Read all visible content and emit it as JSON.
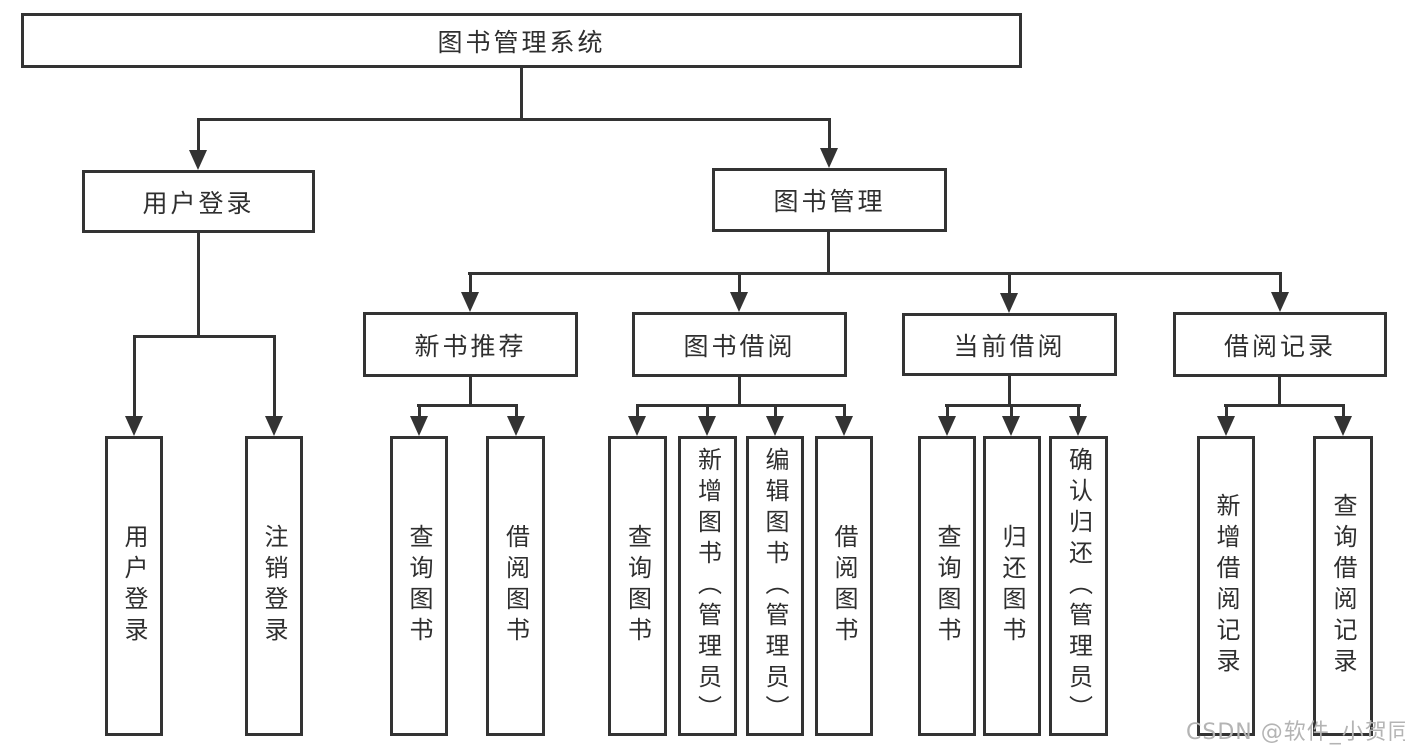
{
  "colors": {
    "line": "#333333",
    "text": "#2f2f2f",
    "background": "#ffffff",
    "watermark": "#b4b4b4"
  },
  "watermark": {
    "text": "CSDN @软件_小贺同学"
  },
  "tree": {
    "label": "图书管理系统",
    "children": [
      {
        "label": "用户登录",
        "children": [
          {
            "label": "用户登录"
          },
          {
            "label": "注销登录"
          }
        ]
      },
      {
        "label": "图书管理",
        "children": [
          {
            "label": "新书推荐",
            "children": [
              {
                "label": "查询图书"
              },
              {
                "label": "借阅图书"
              }
            ]
          },
          {
            "label": "图书借阅",
            "children": [
              {
                "label": "查询图书"
              },
              {
                "label": "新增图书（管理员）"
              },
              {
                "label": "编辑图书（管理员）"
              },
              {
                "label": "借阅图书"
              }
            ]
          },
          {
            "label": "当前借阅",
            "children": [
              {
                "label": "查询图书"
              },
              {
                "label": "归还图书"
              },
              {
                "label": "确认归还（管理员）"
              }
            ]
          },
          {
            "label": "借阅记录",
            "children": [
              {
                "label": "新增借阅记录"
              },
              {
                "label": "查询借阅记录"
              }
            ]
          }
        ]
      }
    ]
  }
}
